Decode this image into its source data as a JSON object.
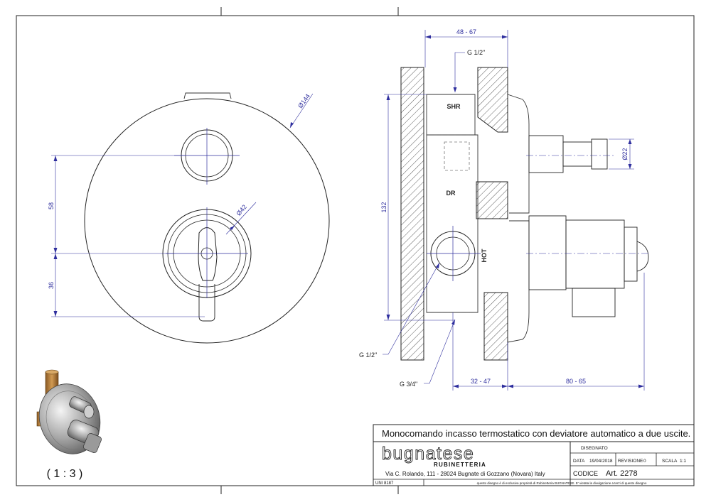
{
  "front_view": {
    "dim_outer_diameter": "Ø144",
    "dim_knob_diameter": "Ø42",
    "dim_upper_height": "58",
    "dim_lower_height": "36"
  },
  "side_view": {
    "dim_top_width": "48 - 67",
    "dim_total_height": "132",
    "dim_shaft_diameter": "Ø22",
    "dim_bottom_left": "32 - 47",
    "dim_bottom_right": "80 - 65",
    "thread_top": "G 1/2\"",
    "thread_bottom_left": "G 1/2\"",
    "thread_bottom": "G 3/4\"",
    "port_shower": "SHR",
    "port_deviator": "DR",
    "port_hot": "HOT"
  },
  "thumbnail": {
    "scale": "( 1 : 3 )"
  },
  "title_block": {
    "title": "Monocomando incasso termostatico con deviatore automatico a due uscite.",
    "brand": "bugnatese",
    "brand_sub": "RUBINETTERIA",
    "address": "Via C. Rolando, 111 - 28024 Bugnate di Gozzano (Novara) Italy",
    "disegnato_label": "DISEGNATO",
    "data_label": "DATA",
    "data_value": "19/04/2018",
    "revisione_label": "REVISIONE",
    "revisione_value": "0",
    "scala_label": "SCALA",
    "scala_value": "1:1",
    "codice_label": "CODICE",
    "codice_value": "Art. 2278",
    "uni_label": "UNI 8187",
    "disclaimer": "questo disegno è di esclusiva proprietà di Rubinetteria BUGNATESE. E' vietata la divulgazione a terzi di questo disegno"
  }
}
